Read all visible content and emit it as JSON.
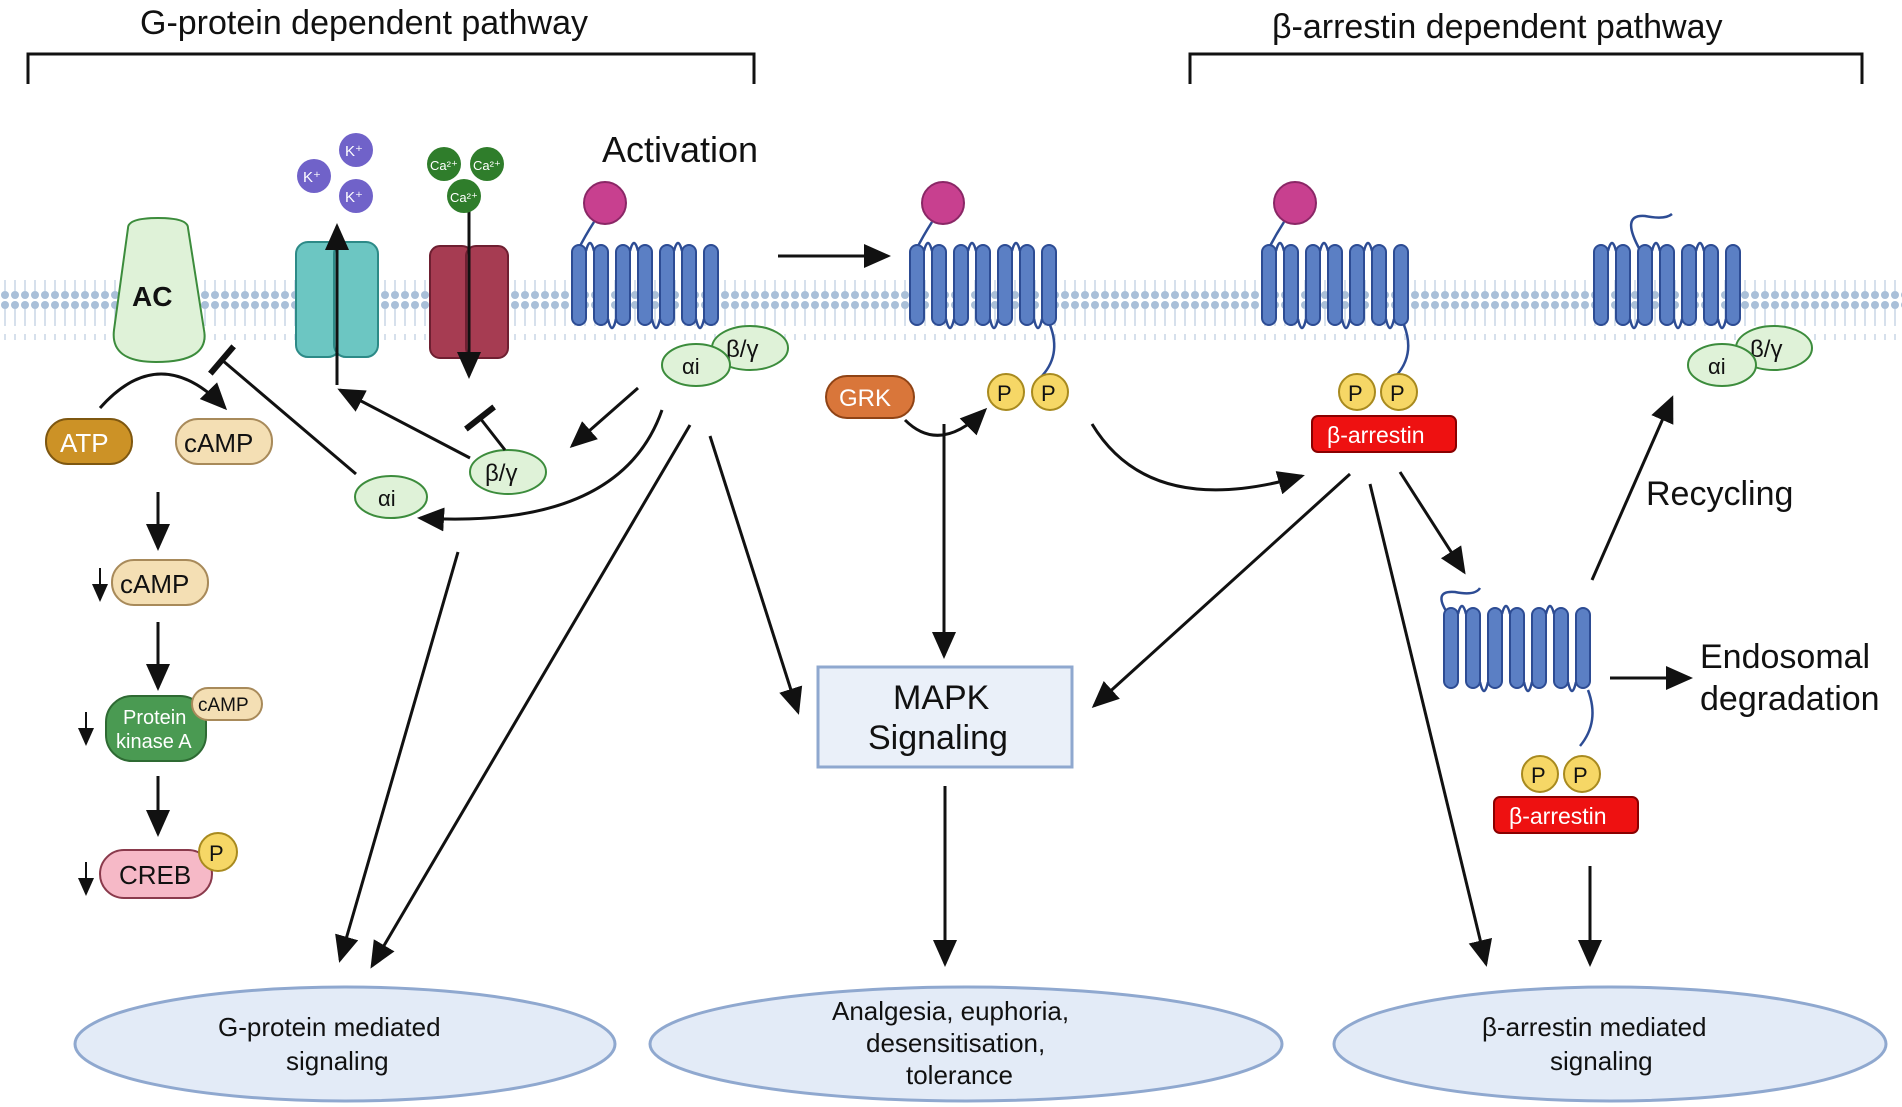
{
  "headers": {
    "gprotein": "G-protein dependent pathway",
    "barrestin": "β-arrestin dependent pathway"
  },
  "labels": {
    "activation": "Activation",
    "ac": "AC",
    "atp": "ATP",
    "camp": "cAMP",
    "camp_down": "cAMP",
    "pka_line1": "Protein",
    "pka_line2": "kinase A",
    "pka_camp": "cAMP",
    "creb": "CREB",
    "p": "P",
    "alpha_i": "αi",
    "beta_gamma": "β/γ",
    "grk": "GRK",
    "beta_arrestin": "β-arrestin",
    "recycling": "Recycling",
    "endosomal_line1": "Endosomal",
    "endosomal_line2": "degradation",
    "mapk_line1": "MAPK",
    "mapk_line2": "Signaling",
    "k_ion": "K⁺",
    "ca_ion": "Ca²⁺"
  },
  "outcomes": {
    "gprotein_line1": "G-protein mediated",
    "gprotein_line2": "signaling",
    "center_line1": "Analgesia, euphoria,",
    "center_line2": "desensitisation,",
    "center_line3": "tolerance",
    "barrestin_line1": "β-arrestin mediated",
    "barrestin_line2": "signaling"
  },
  "colors": {
    "receptor": "#5b7fc4",
    "receptor_stroke": "#2d4c94",
    "ligand": "#c8408f",
    "k_channel": "#6cc6c2",
    "ca_channel": "#a63c52",
    "k_ion": "#7062c9",
    "ca_ion": "#2f7d2b",
    "gprotein_fill": "#dff2d8",
    "atp": "#cc9226",
    "camp": "#f4dfb4",
    "pka": "#4a9a52",
    "creb": "#f6b9c7",
    "phospho": "#f6d766",
    "grk": "#d9763a",
    "barrestin": "#ee1111",
    "ellipse": "#e3ebf7",
    "membrane": "#a9bfd8"
  }
}
